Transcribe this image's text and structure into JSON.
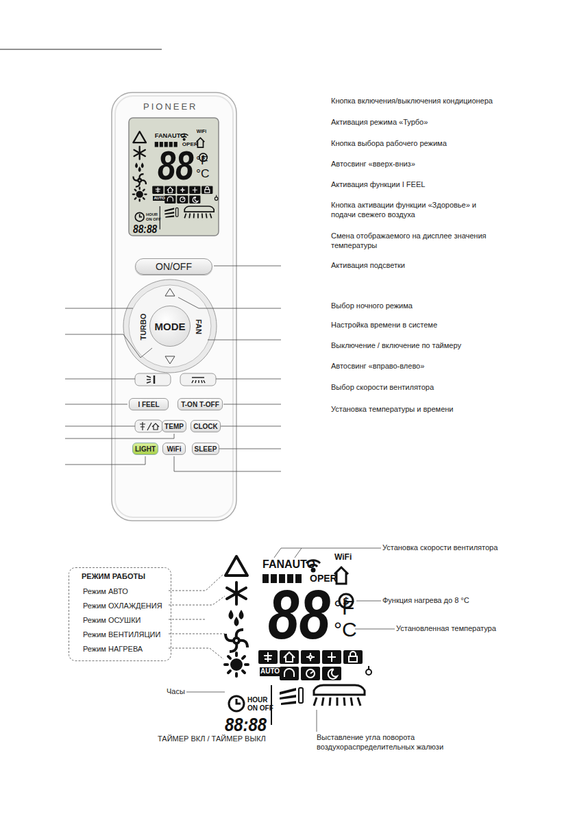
{
  "diagram": {
    "nodes": [
      {
        "text": [
          "ON/OFF"
        ]
      },
      {
        "text": [
          "TURBO"
        ]
      },
      {
        "text": [
          "MODE"
        ]
      },
      {
        "text": [
          "FAN"
        ]
      },
      {
        "text": [
          "I FEEL"
        ]
      },
      {
        "text": [
          "T-ON T-OFF"
        ]
      },
      {
        "text": [
          "TEMP"
        ]
      },
      {
        "text": [
          "CLOCK"
        ]
      },
      {
        "text": [
          "LIGHT"
        ]
      },
      {
        "text": [
          "WiFi"
        ]
      },
      {
        "text": [
          "SLEEP"
        ]
      },
      {
        "text": [
          "РЕЖИМ РАБОТЫ",
          "Режим АВТО",
          "Режим ОХЛАЖДЕНИЯ",
          "Режим ОСУШКИ",
          "Режим ВЕНТИЛЯЦИИ",
          "Режим НАГРЕВА"
        ]
      }
    ],
    "labels": [
      "PIONEER",
      "FAN",
      "AUTO",
      "WiFi",
      "OPER",
      "88",
      "°F",
      "°C",
      "AUTO",
      "HOUR",
      "ON OFF",
      "88:88",
      "Кнопка включения/выключения кондиционера",
      "Активация режима «Турбо»",
      "Кнопка выбора рабочего режима",
      "Автосвинг «вверх-вниз»",
      "Активация функции I FEEL",
      "Кнопка активации функции «Здоровье» и подачи свежего воздуха",
      "Смена отображаемого на дисплее значения температуры",
      "Активация подсветки",
      "Выбор ночного режима",
      "Настройка времени в системе",
      "Выключение / включение по таймеру",
      "Автосвинг «вправо-влево»",
      "Выбор скорости вентилятора",
      "Установка температуры и времени",
      "FAN",
      "AUTO",
      "WiFi",
      "OPER",
      "88",
      "°F",
      "°C",
      "AUTO",
      "HOUR",
      "ON OFF",
      "88:88",
      "Установка скорости вентилятора",
      "Функция нагрева до 8 °С",
      "Установленная температура",
      "Часы",
      "ТАЙМЕР ВКЛ / ТАЙМЕР ВЫКЛ",
      "Выставление угла поворота воздухораспределительных жалюзи"
    ]
  }
}
